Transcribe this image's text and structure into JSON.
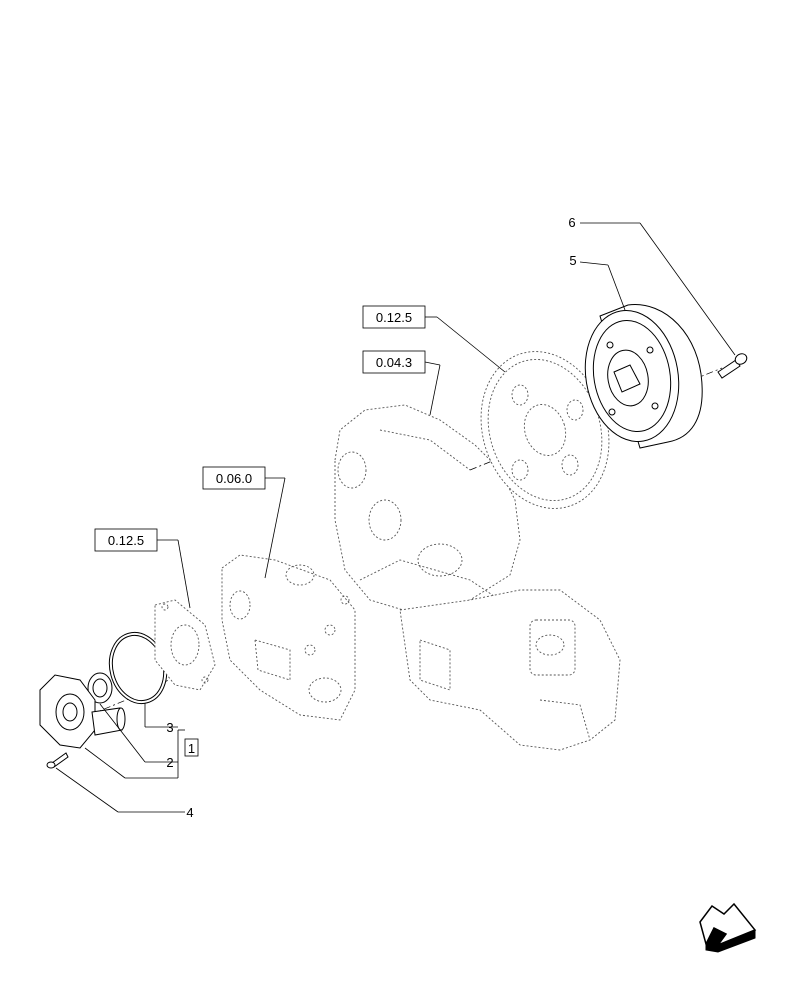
{
  "diagram": {
    "callouts": [
      {
        "id": "c1",
        "text": "1"
      },
      {
        "id": "c2",
        "text": "2"
      },
      {
        "id": "c3",
        "text": "3"
      },
      {
        "id": "c4",
        "text": "4"
      },
      {
        "id": "c5",
        "text": "5"
      },
      {
        "id": "c6",
        "text": "6"
      }
    ],
    "references": [
      {
        "id": "r1",
        "text": "0.12.5"
      },
      {
        "id": "r2",
        "text": "0.04.3"
      },
      {
        "id": "r3",
        "text": "0.06.0"
      },
      {
        "id": "r4",
        "text": "0.12.5"
      }
    ],
    "nav_icon": "next-page-arrow-icon"
  }
}
